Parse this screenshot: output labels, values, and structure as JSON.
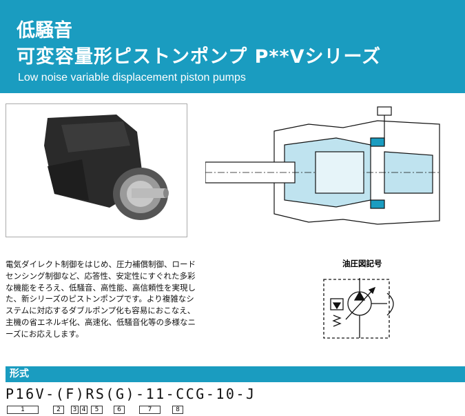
{
  "header": {
    "title1": "低騒音",
    "title2": "可変容量形ピストンポンプ P**Vシリーズ",
    "subtitle": "Low noise variable displacement piston pumps"
  },
  "description": "電気ダイレクト制御をはじめ、圧力補償制御、ロードセンシング制御など、応答性、安定性にすぐれた多彩な機能をそろえ、低騒音、高性能、高信頼性を実現した、新シリーズのピストンポンプです。より複雑なシステムに対応するダブルポンプ化も容易におこなえ、主機の省エネルギ化、高速化、低騒音化等の多様なニーズにお応えします。",
  "symbol_title": "油圧図記号",
  "section": {
    "title": "形式"
  },
  "model": {
    "code": "P16V-(F)RS(G)-11-CCG-10-J",
    "boxes": [
      "1",
      "2",
      "3",
      "4",
      "5",
      "6",
      "7",
      "8"
    ]
  },
  "colors": {
    "accent": "#1a9cc0"
  }
}
